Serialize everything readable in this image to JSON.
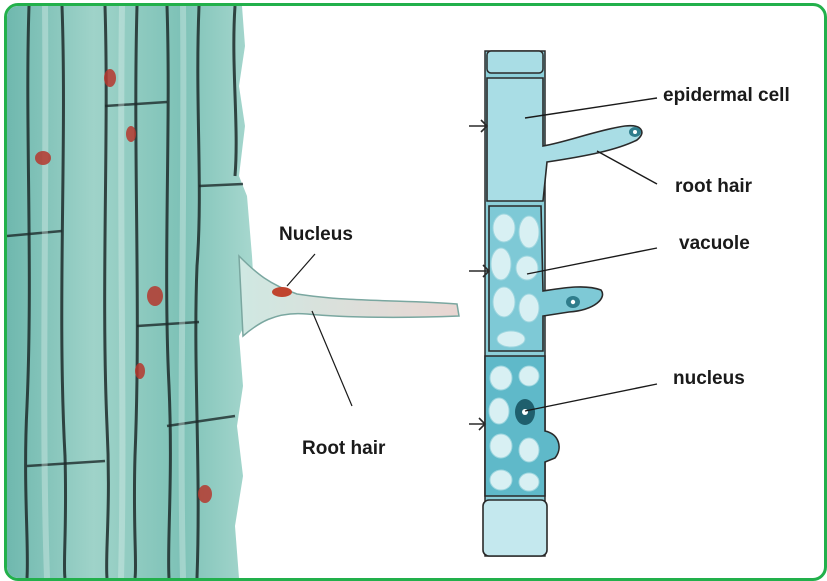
{
  "left_panel": {
    "labels": {
      "nucleus": "Nucleus",
      "root_hair": "Root hair"
    }
  },
  "right_panel": {
    "labels": {
      "epidermal_cell": "epidermal cell",
      "root_hair": "root hair",
      "vacuole": "vacuole",
      "nucleus": "nucleus"
    }
  },
  "colors": {
    "frame_border": "#22b04b",
    "micro_teal": "#7fc2b8",
    "cell_fill": "#a9dde5",
    "cell_outline": "#2a2a2a",
    "vacuole_fill": "#d8f0f3",
    "stained_nucleus": "#b5382e"
  }
}
